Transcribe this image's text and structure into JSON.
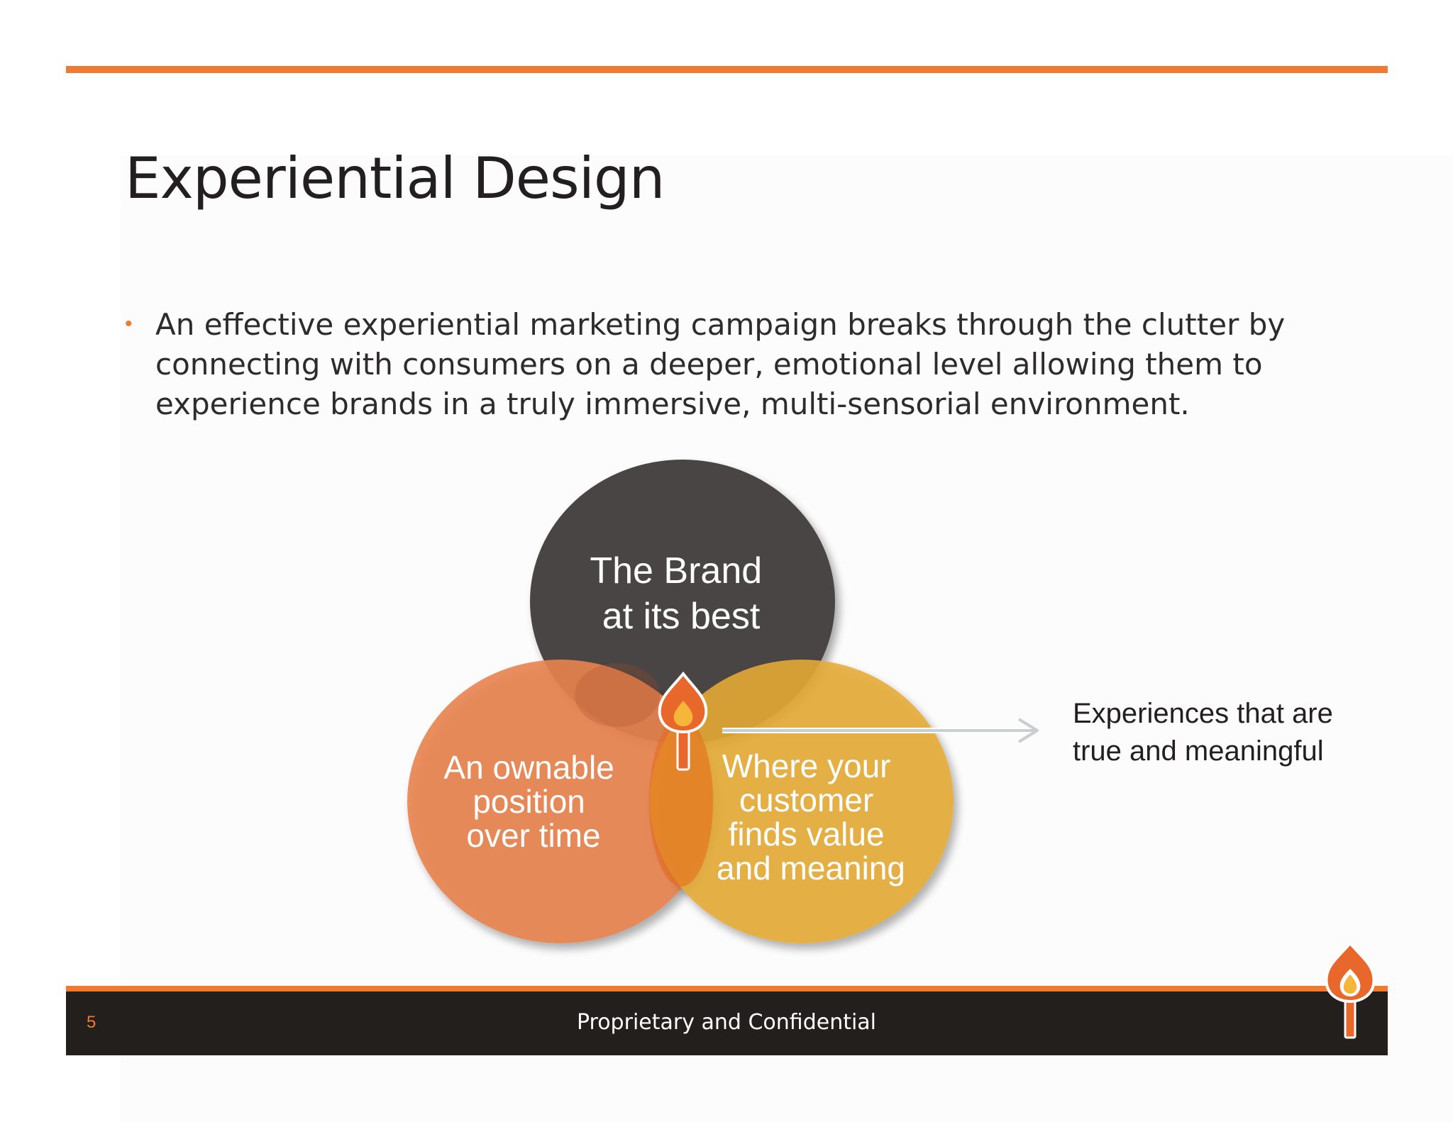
{
  "slide": {
    "title": "Experiential Design",
    "bullet_lines": [
      "An effective experiential marketing campaign breaks through the clutter by",
      "connecting with consumers on a deeper, emotional level allowing them to",
      "experience brands in a truly immersive, multi-sensorial environment."
    ]
  },
  "diagram": {
    "circles": [
      {
        "label_lines": [
          "The Brand",
          "at its best"
        ],
        "color": "#4a4544"
      },
      {
        "label_lines": [
          "An ownable",
          "position",
          "over time"
        ],
        "color": "#e8834f"
      },
      {
        "label_lines": [
          "Where your",
          "customer",
          "finds value",
          "and meaning"
        ],
        "color": "#e6ab34"
      }
    ],
    "callout_lines": [
      "Experiences that are",
      "true and meaningful"
    ]
  },
  "footer": {
    "page_number": "5",
    "text": "Proprietary and Confidential"
  },
  "colors": {
    "accent": "#f07a32",
    "footer_bar": "#231f1d",
    "title": "#231f20"
  },
  "icons": {
    "center": "torch-icon",
    "logo": "torch-logo-icon"
  }
}
